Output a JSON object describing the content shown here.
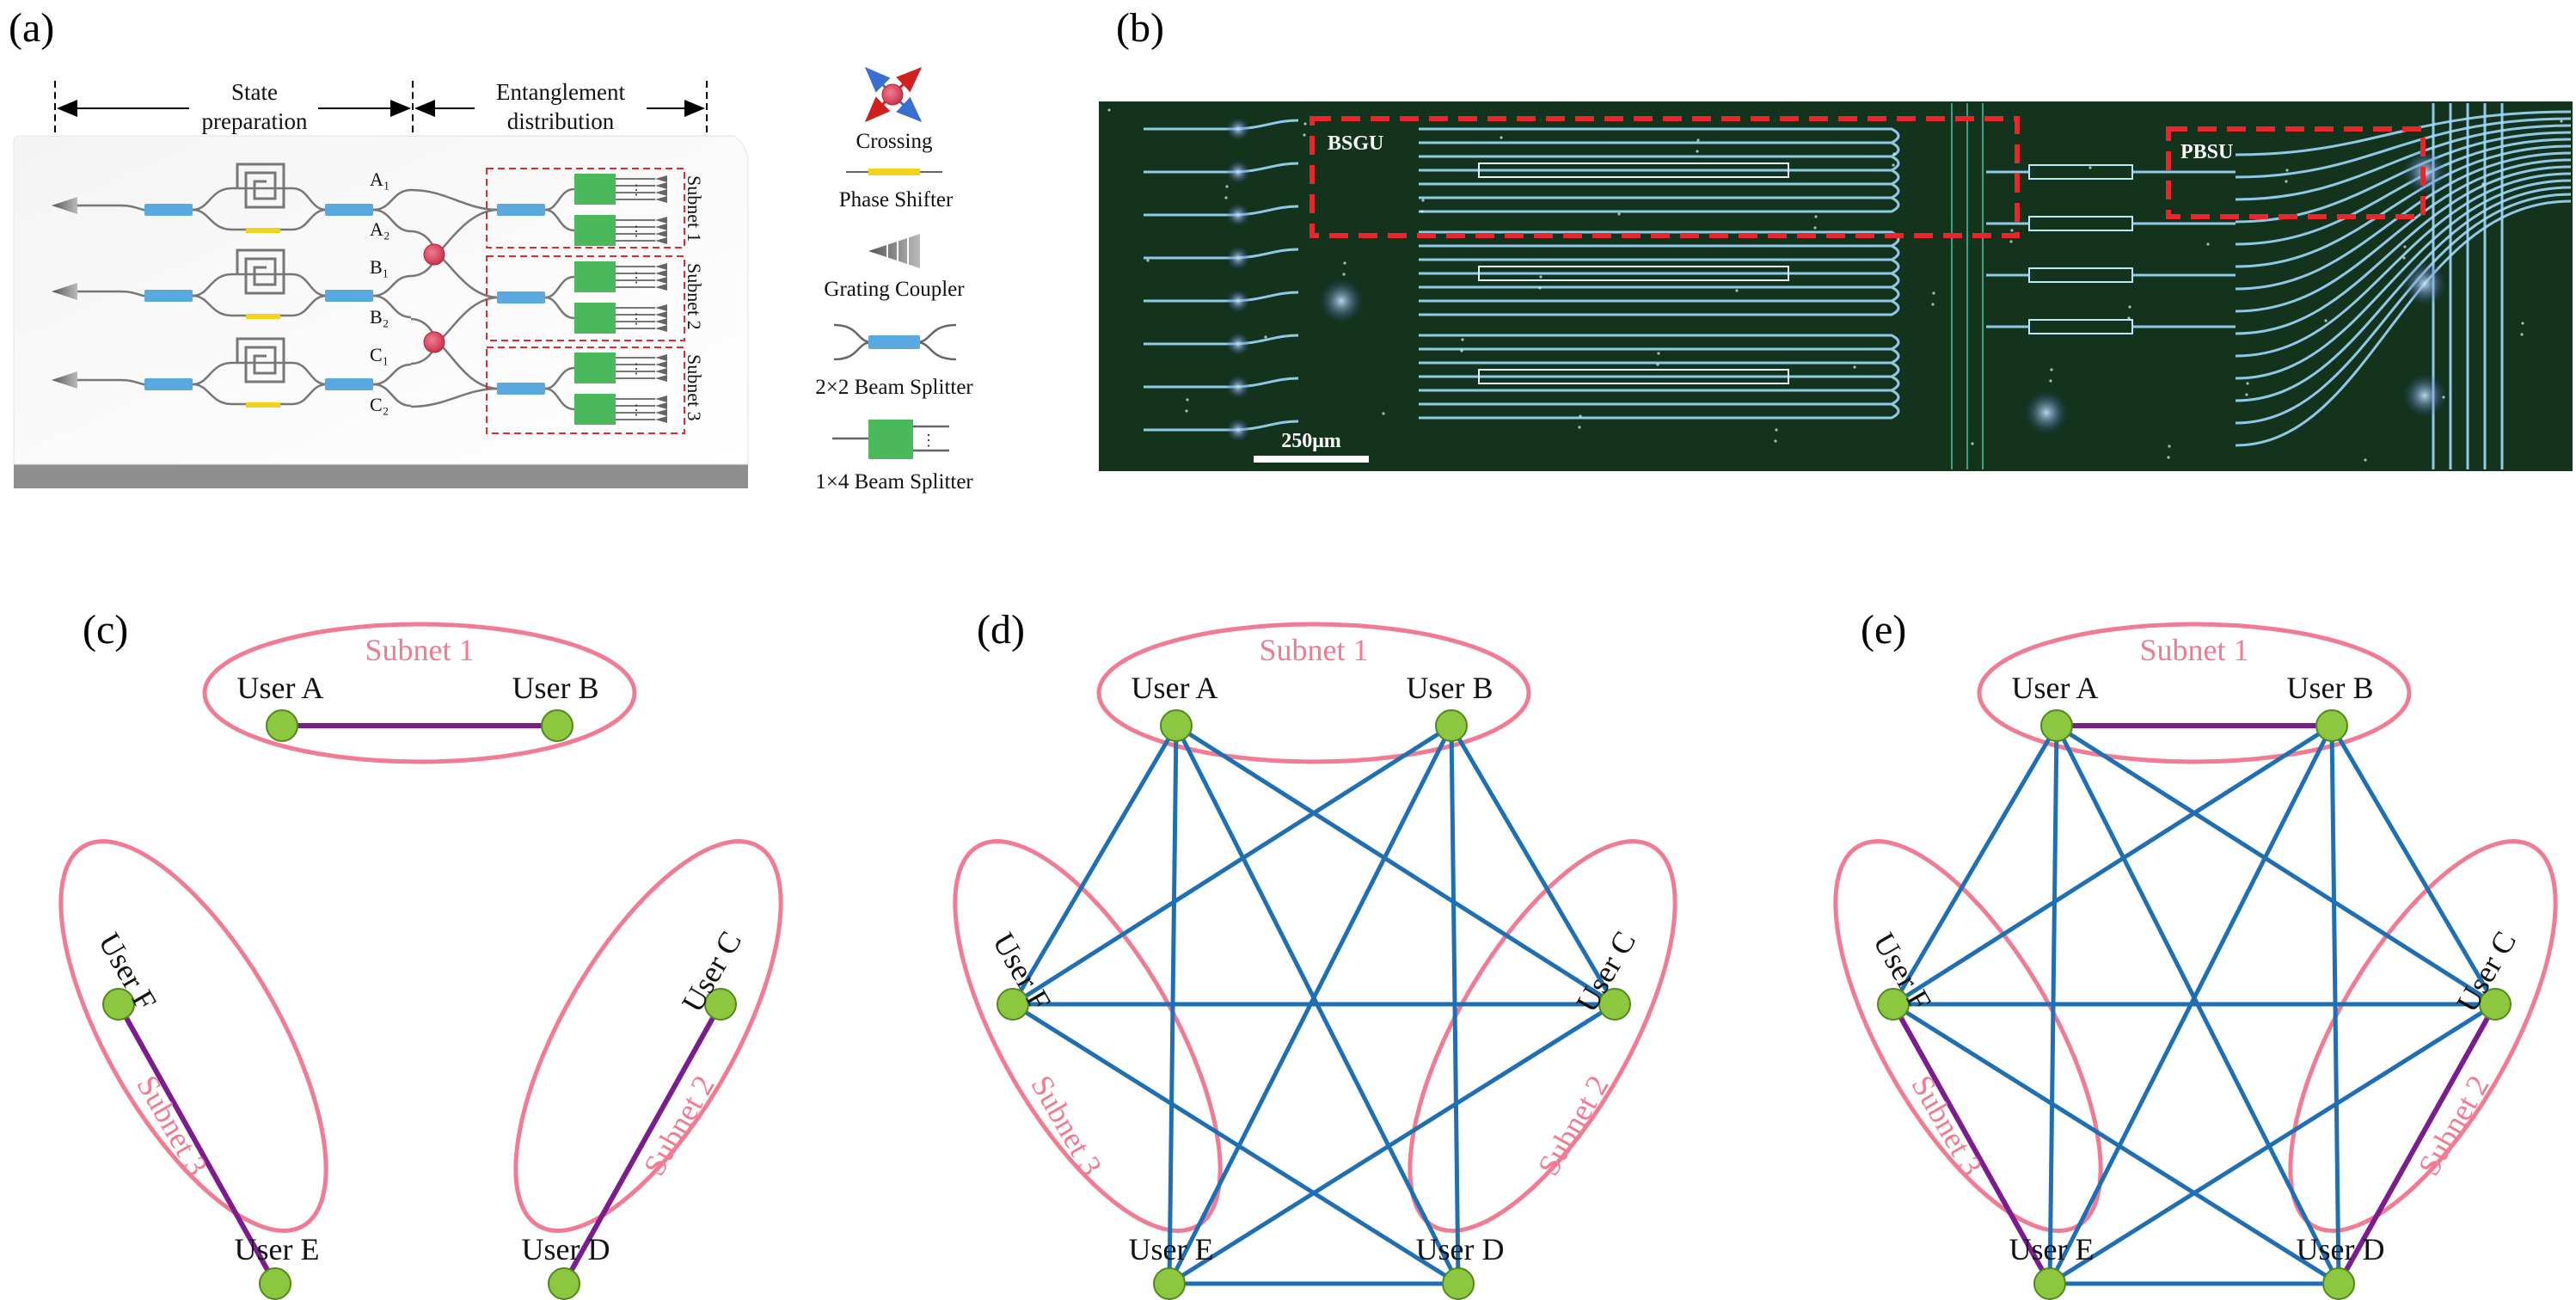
{
  "panels": {
    "a": "(a)",
    "b": "(b)",
    "c": "(c)",
    "d": "(d)",
    "e": "(e)"
  },
  "panel_a": {
    "section_state_line1": "State",
    "section_state_line2": "preparation",
    "section_ent_line1": "Entanglement",
    "section_ent_line2": "distribution",
    "ports": [
      "A₁",
      "A₂",
      "B₁",
      "B₂",
      "C₁",
      "C₂"
    ],
    "subnets": [
      "Subnet 1",
      "Subnet 2",
      "Subnet 3"
    ],
    "ellipsis": "⋮"
  },
  "legend": {
    "crossing": "Crossing",
    "phase_shifter": "Phase Shifter",
    "grating_coupler": "Grating Coupler",
    "bs2": "2×2 Beam Splitter",
    "bs14": "1×4 Beam Splitter"
  },
  "panel_b": {
    "bsgu": "BSGU",
    "pbsu": "PBSU",
    "scale": "250μm"
  },
  "graph": {
    "users": {
      "A": "User A",
      "B": "User B",
      "C": "User C",
      "D": "User D",
      "E": "User E",
      "F": "User F"
    },
    "subnet1": "Subnet 1",
    "subnet2": "Subnet 2",
    "subnet3": "Subnet 3"
  },
  "colors": {
    "node_fill": "#8dc63f",
    "node_stroke": "#4f8a1f",
    "intra_link": "#7b1d8e",
    "inter_link": "#1f6fb5",
    "subnet_ellipse": "#f07b93",
    "bs2_fill": "#5aa8e0",
    "bs14_fill": "#4cb85c",
    "phase_shifter": "#f2d21b",
    "crossing": "#d9506a",
    "dashed_box": "#e02b2b"
  }
}
